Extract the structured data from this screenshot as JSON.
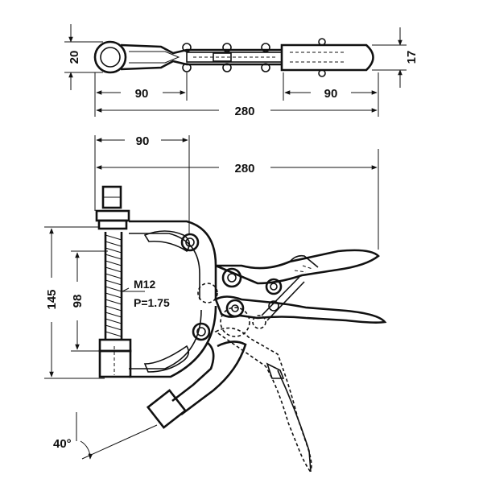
{
  "top_view": {
    "dim_height_left": "20",
    "dim_height_right": "17",
    "dim_span_left": "90",
    "dim_span_right": "90",
    "dim_overall": "280"
  },
  "side_view": {
    "dim_top_left": "90",
    "dim_top_overall": "280",
    "dim_height_outer": "145",
    "dim_height_inner": "98",
    "thread_size": "M12",
    "thread_pitch": "P=1.75",
    "angle": "40°"
  },
  "colors": {
    "line": "#111111",
    "background": "#ffffff"
  }
}
